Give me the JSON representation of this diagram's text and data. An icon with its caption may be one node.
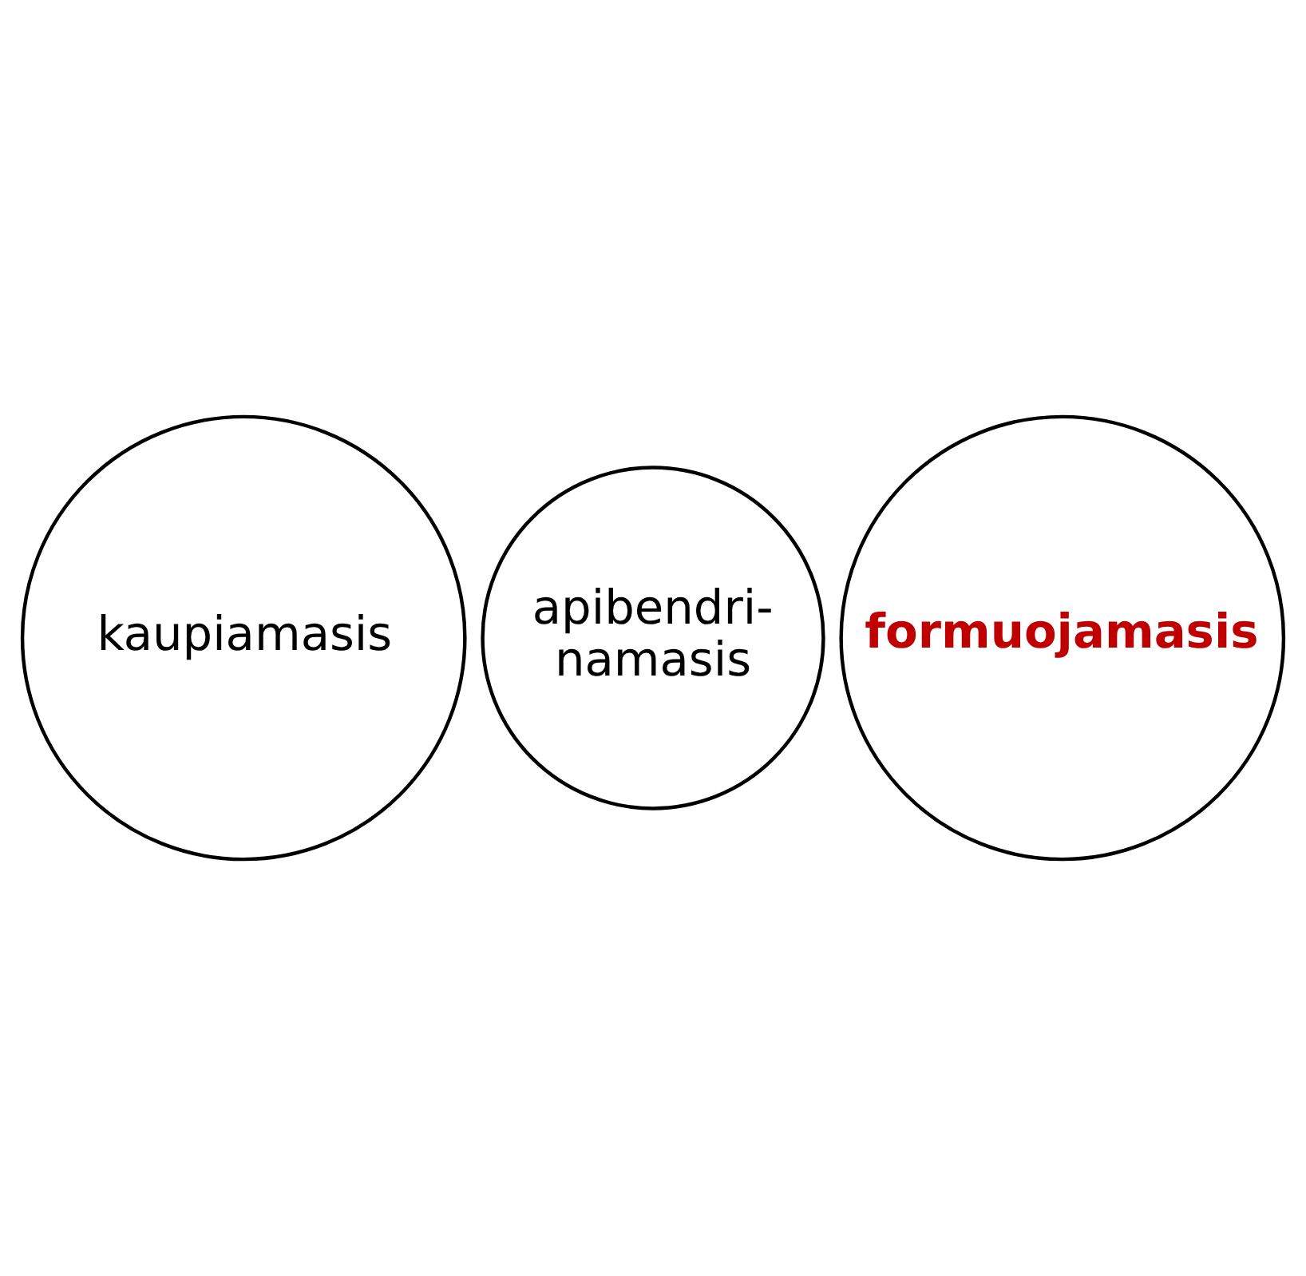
{
  "diagram": {
    "nodes": [
      {
        "text": [
          "kaupiamasis"
        ]
      },
      {
        "text": [
          "apibendri- namasis"
        ]
      },
      {
        "text": [
          "formuojamasis"
        ]
      }
    ]
  }
}
